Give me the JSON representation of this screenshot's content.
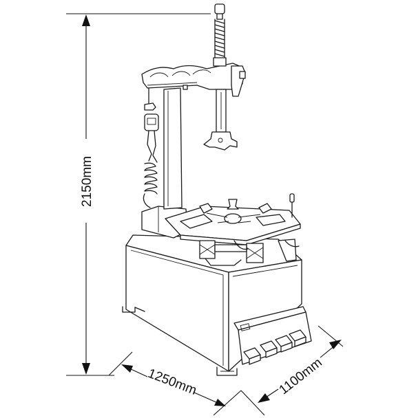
{
  "dimensions": {
    "height": "2150mm",
    "depth": "1250mm",
    "width": "1100mm"
  }
}
